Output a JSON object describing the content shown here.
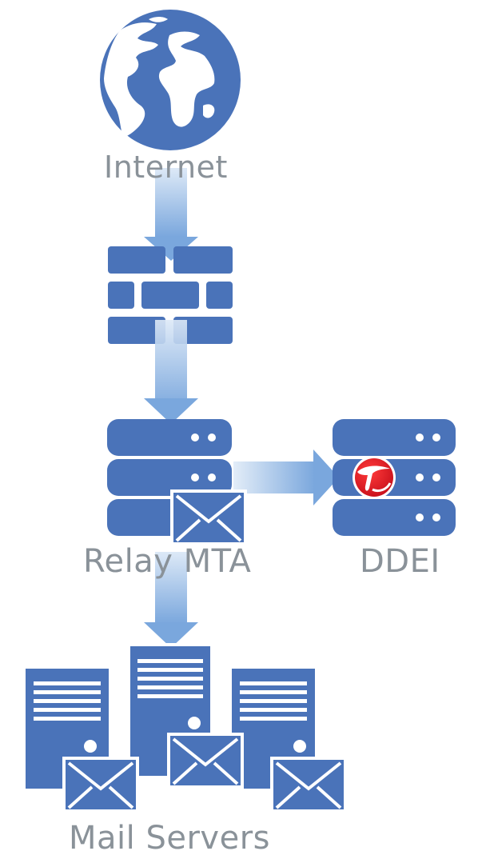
{
  "nodes": {
    "internet": {
      "label": "Internet",
      "icon": "globe-icon"
    },
    "firewall": {
      "icon": "firewall-icon"
    },
    "relay_mta": {
      "label": "Relay MTA",
      "icon": "server-stack-icon"
    },
    "ddei": {
      "label": "DDEI",
      "icon": "server-stack-icon"
    },
    "mail_servers": {
      "label": "Mail Servers",
      "icon": "tower-server-icon"
    }
  },
  "colors": {
    "icon": "#4a73b9",
    "arrow": "#a8c8ec",
    "label": "#8a9299",
    "brand": "#d71921"
  }
}
